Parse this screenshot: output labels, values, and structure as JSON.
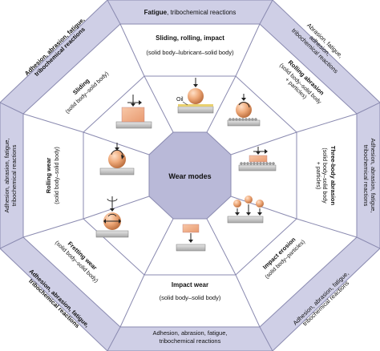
{
  "center": {
    "title": "Wear modes"
  },
  "outer": {
    "top": {
      "text": "Fatigue",
      "rest": ", tribochemical reactions"
    },
    "top_right": {
      "line1": "Abrasion, fatigue,",
      "line2": "adhesion,",
      "line3": "tribochemical reactions"
    },
    "right": {
      "line1": "Adhesion, abrasion, fatigue,",
      "line2": "tribochemical reactions"
    },
    "bottom_right": {
      "line1": "Adhesion, abrasion, fatigue,",
      "line2": "tribochemical reactions"
    },
    "bottom": {
      "line1": "Adhesion, abrasion, fatigue,",
      "line2": "tribochemical reactions"
    },
    "bottom_left": {
      "line1": "Adhesion, abrasion, fatigue,",
      "line2": "tribochemical reactions"
    },
    "left": {
      "line1": "Adhesion, abrasion, fatigue,",
      "line2": "tribochemical reactions"
    },
    "top_left": {
      "line1": "Adhesion, abrasion, fatigue,",
      "line2": "tribochemical reactions"
    }
  },
  "modes": {
    "top": {
      "title": "Sliding, rolling, impact",
      "sub": "(solid body–lubricant–solid body)",
      "oil_label": "Oil"
    },
    "top_right": {
      "title": "Rolling abrasion",
      "sub1": "(solid body–solid body",
      "sub2": "+ particles)"
    },
    "right": {
      "title": "Three-body abrasion",
      "sub1": "(solid body–solid body",
      "sub2": "+ particles)"
    },
    "bottom_right": {
      "title": "Impact erosion",
      "sub": "(solid body–particles)"
    },
    "bottom": {
      "title": "Impact wear",
      "sub": "(solid body–solid body)"
    },
    "bottom_left": {
      "title": "Fretting wear",
      "sub": "(solid body–solid body)"
    },
    "left": {
      "title": "Rolling wear",
      "sub": "(solid body–solid body)"
    },
    "top_left": {
      "title": "Sliding",
      "sub": "(solid body–solid body)"
    }
  },
  "colors": {
    "outer_ring": "#cfcfe6",
    "ring_stroke": "#8a8ab0",
    "center": "#b9b9d8",
    "block": "#f0b090",
    "ball": "#e89a66",
    "plate": "#c8c8c8"
  }
}
